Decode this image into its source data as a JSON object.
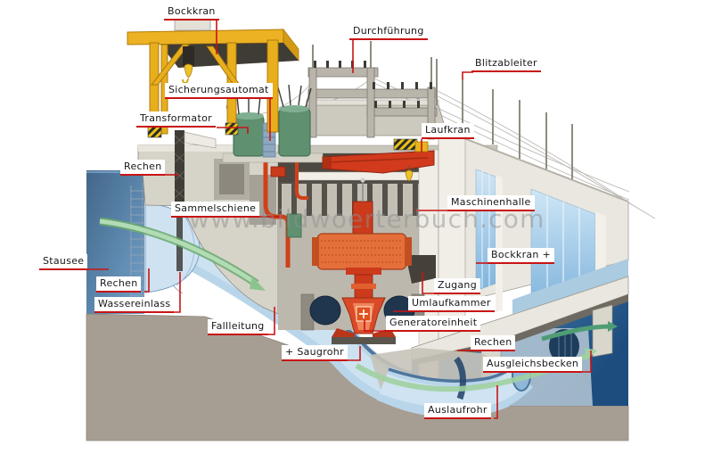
{
  "watermark": "www.bildwoerterbuch.com",
  "labels": {
    "bockkran_top": "Bockkran",
    "durchfuehrung": "Durchführung",
    "blitzableiter": "Blitzableiter",
    "sicherungsautomat": "Sicherungsautomat",
    "transformator": "Transformator",
    "laufkran": "Laufkran",
    "rechen_dam": "Rechen",
    "sammelschiene": "Sammelschiene",
    "maschinenhalle": "Maschinenhalle",
    "stausee": "Stausee",
    "bockkran_hall": "Bockkran +",
    "rechen_intake": "Rechen",
    "wassereinlass": "Wassereinlass",
    "zugang": "Zugang",
    "umlaufkammer": "Umlaufkammer",
    "generatoreinheit": "Generatoreinheit",
    "fallleitung": "Fallleitung",
    "saugrohr": "+ Saugrohr",
    "rechen_outlet": "Rechen",
    "ausgleichsbecken": "Ausgleichsbecken",
    "auslaufrohr": "Auslaufrohr"
  },
  "colors": {
    "callout_red": "#c81414",
    "crane_yellow": "#ecb223",
    "machine_red": "#d13a1c",
    "transformer_green": "#5f9070",
    "reservoir_blue_dark": "#456a93",
    "reservoir_blue_light": "#71a0ca",
    "ground_tan": "#a69e93",
    "concrete_gray": "#d6d3c9",
    "flow_arrow_green": "#9ccf9e"
  }
}
